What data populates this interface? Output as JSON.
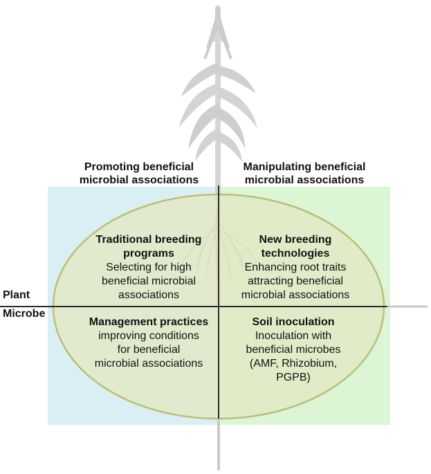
{
  "headers": {
    "left": [
      "Promoting beneficial",
      "microbial associations"
    ],
    "right": [
      "Manipulating beneficial",
      "microbial associations"
    ]
  },
  "axis_labels": {
    "top": "Plant",
    "bottom": "Microbe"
  },
  "quadrants": {
    "top_left": {
      "title": [
        "Traditional breeding",
        "programs"
      ],
      "body": [
        "Selecting for high",
        "beneficial microbial",
        "associations"
      ]
    },
    "top_right": {
      "title": [
        "New breeding",
        "technologies"
      ],
      "body": [
        "Enhancing root traits",
        "attracting beneficial",
        "microbial associations"
      ]
    },
    "bottom_left": {
      "title": [
        "Management practices"
      ],
      "body": [
        "improving conditions",
        "for beneficial",
        "microbial associations"
      ]
    },
    "bottom_right": {
      "title": [
        "Soil inoculation"
      ],
      "body": [
        "Inoculation with",
        "beneficial microbes",
        "(AMF, Rhizobium,",
        "PGPB)"
      ]
    }
  },
  "colors": {
    "left_panel": "#d9eff3",
    "right_panel": "#dcf5d4",
    "ellipse_fill": "#e3e8c4",
    "ellipse_stroke": "#b9bf78",
    "axis_line": "#2a2a2a",
    "plant": "#c8c8c8"
  },
  "icons": [
    "maize-plant-illustration",
    "root-system-illustration"
  ]
}
